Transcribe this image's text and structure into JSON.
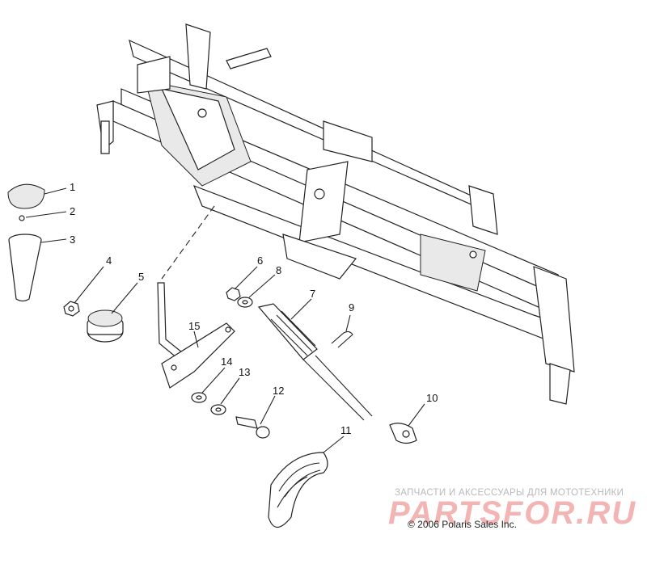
{
  "callouts": {
    "c1": "1",
    "c2": "2",
    "c3": "3",
    "c4": "4",
    "c5": "5",
    "c6": "6",
    "c7": "7",
    "c8": "8",
    "c9": "9",
    "c10": "10",
    "c11": "11",
    "c12": "12",
    "c13": "13",
    "c14": "14",
    "c15": "15"
  },
  "watermark": {
    "subtitle": "ЗАПЧАСТИ И АКСЕССУАРЫ ДЛЯ МОТОТЕХНИКИ",
    "logo": "PARTSFOR.RU"
  },
  "copyright": "© 2006 Polaris Sales Inc."
}
